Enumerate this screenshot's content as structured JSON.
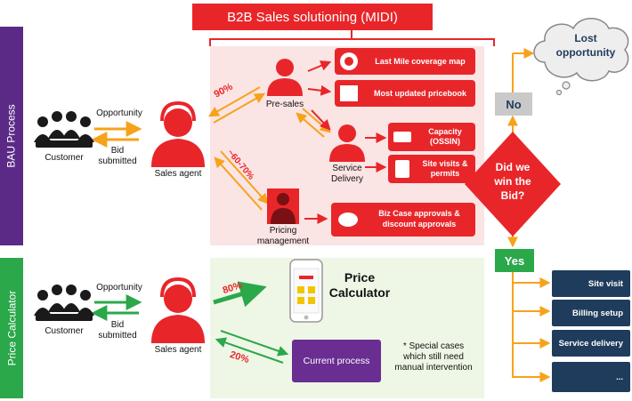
{
  "header": {
    "title": "B2B Sales solutioning (MIDI)"
  },
  "sidebar": {
    "bau_label": "BAU Process",
    "pc_label": "Price Calculator"
  },
  "bau": {
    "opportunity": "Opportunity",
    "customer": "Customer",
    "bid_line1": "Bid",
    "bid_line2": "submitted",
    "sales_agent": "Sales agent",
    "pct_presales": "90%",
    "pct_pricing": "~60-70%",
    "presales": "Pre-sales",
    "service_delivery_line1": "Service",
    "service_delivery_line2": "Delivery",
    "pricing_mgmt_line1": "Pricing",
    "pricing_mgmt_line2": "management",
    "boxes": {
      "last_mile": "Last Mile coverage map",
      "pricebook": "Most updated pricebook",
      "capacity_line1": "Capacity",
      "capacity_line2": "(OSSIN)",
      "site_visits_line1": "Site visits &",
      "site_visits_line2": "permits",
      "biz_case_line1": "Biz Case approvals &",
      "biz_case_line2": "discount approvals"
    }
  },
  "pc": {
    "opportunity": "Opportunity",
    "customer": "Customer",
    "bid_line1": "Bid",
    "bid_line2": "submitted",
    "sales_agent": "Sales agent",
    "pct_calc": "80%",
    "pct_current": "20%",
    "price_calc_line1": "Price",
    "price_calc_line2": "Calculator",
    "current_process": "Current process",
    "note_line1": "* Special cases",
    "note_line2": "which still need",
    "note_line3": "manual intervention"
  },
  "decision": {
    "line1": "Did we",
    "line2": "win the",
    "line3": "Bid?",
    "no": "No",
    "yes": "Yes",
    "lost_line1": "Lost",
    "lost_line2": "opportunity"
  },
  "outcomes": [
    "Site visit",
    "Billing setup",
    "Service delivery",
    "..."
  ],
  "colors": {
    "red": "#e8262a",
    "purple": "#5b2a86",
    "green": "#2aa84a",
    "orange": "#f7a21b",
    "navy": "#1f3c5c",
    "pink_bg": "#fbe4e4",
    "green_bg": "#eef6e6"
  }
}
